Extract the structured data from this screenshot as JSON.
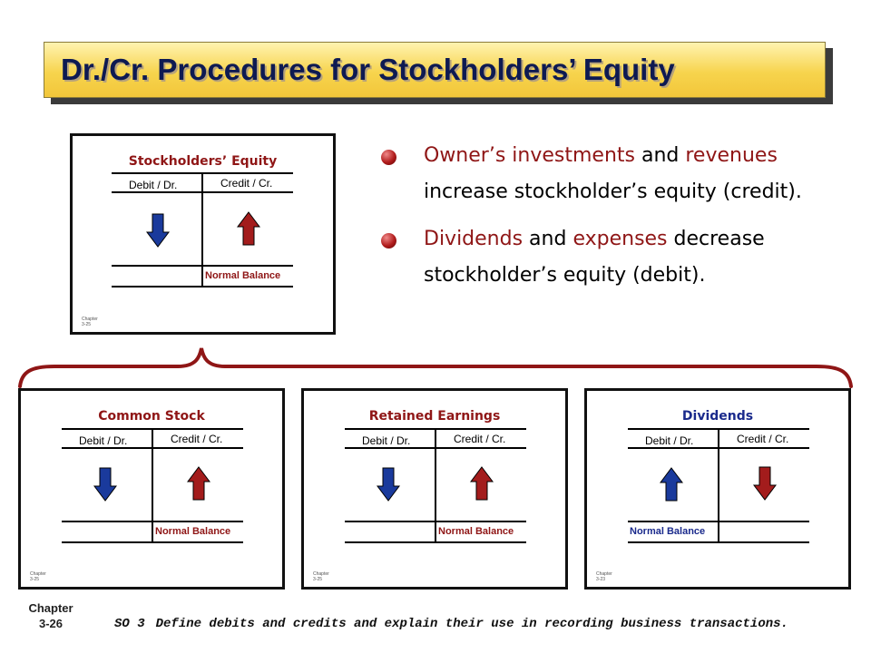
{
  "title": "Dr./Cr. Procedures for Stockholders’ Equity",
  "bullets": [
    {
      "parts": [
        {
          "text": "Owner’s investments",
          "highlight": true
        },
        {
          "text": " and ",
          "highlight": false
        },
        {
          "text": "revenues",
          "highlight": true
        },
        {
          "text": " increase stockholder’s equity (credit).",
          "highlight": false
        }
      ]
    },
    {
      "parts": [
        {
          "text": "Dividends",
          "highlight": true
        },
        {
          "text": " and ",
          "highlight": false
        },
        {
          "text": "expenses",
          "highlight": true
        },
        {
          "text": " decrease stockholder’s equity (debit).",
          "highlight": false
        }
      ]
    }
  ],
  "main_account": {
    "heading": "Stockholders’ Equity",
    "debit_label": "Debit / Dr.",
    "credit_label": "Credit / Cr.",
    "debit_arrow": "down",
    "credit_arrow": "up",
    "normal_balance_label": "Normal Balance",
    "normal_balance_side": "credit",
    "footer_chapter": "Chapter",
    "footer_page": "3-25"
  },
  "accounts": [
    {
      "heading": "Common Stock",
      "heading_color": "#8f1616",
      "debit_label": "Debit / Dr.",
      "credit_label": "Credit / Cr.",
      "debit_arrow": "down",
      "credit_arrow": "up",
      "normal_balance_label": "Normal Balance",
      "normal_balance_side": "credit",
      "footer_chapter": "Chapter",
      "footer_page": "3-25"
    },
    {
      "heading": "Retained Earnings",
      "heading_color": "#8f1616",
      "debit_label": "Debit / Dr.",
      "credit_label": "Credit / Cr.",
      "debit_arrow": "down",
      "credit_arrow": "up",
      "normal_balance_label": "Normal Balance",
      "normal_balance_side": "credit",
      "footer_chapter": "Chapter",
      "footer_page": "3-25"
    },
    {
      "heading": "Dividends",
      "heading_color": "#1a2a8c",
      "debit_label": "Debit / Dr.",
      "credit_label": "Credit / Cr.",
      "debit_arrow": "up",
      "credit_arrow": "down",
      "normal_balance_label": "Normal Balance",
      "normal_balance_side": "debit",
      "footer_chapter": "Chapter",
      "footer_page": "3-23"
    }
  ],
  "footer": {
    "chapter_label": "Chapter",
    "chapter_number": "3-26",
    "so_code": "SO 3",
    "so_text": "Define debits and credits and explain their use in recording business transactions."
  },
  "colors": {
    "accent_red": "#8f1616",
    "accent_blue": "#1a2a8c",
    "arrow_blue": "#1a3a9c",
    "arrow_red": "#a31c1c",
    "title_text": "#0e1a52",
    "banner_yellow": "#f7d44d"
  }
}
